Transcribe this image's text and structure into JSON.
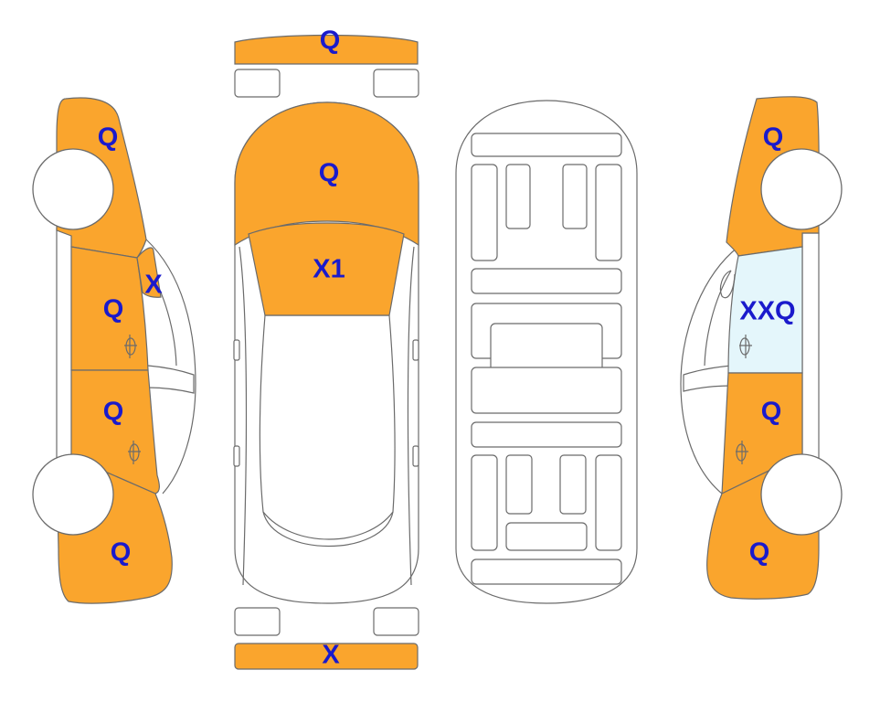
{
  "colors": {
    "damage": "#FAA52D",
    "glass": "#E4F6FB",
    "code_text": "#1A1ACC",
    "outline": "#6B6B6B",
    "background": "#FFFFFF"
  },
  "views": {
    "left_side": {
      "front_fender": {
        "code": "Q",
        "state": "damaged"
      },
      "front_door": {
        "code": "Q",
        "state": "damaged"
      },
      "front_door_glass": {
        "code": "X",
        "state": "damaged"
      },
      "rear_door": {
        "code": "Q",
        "state": "damaged"
      },
      "rear_quarter": {
        "code": "Q",
        "state": "damaged"
      }
    },
    "top": {
      "front_bumper": {
        "code": "Q",
        "state": "damaged"
      },
      "hood": {
        "code": "Q",
        "state": "damaged"
      },
      "windshield": {
        "code": "X1",
        "state": "damaged"
      },
      "rear_bumper": {
        "code": "X",
        "state": "damaged"
      }
    },
    "right_side": {
      "front_fender": {
        "code": "Q",
        "state": "damaged"
      },
      "front_door": {
        "code": "XXQ",
        "state": "glass"
      },
      "rear_door": {
        "code": "Q",
        "state": "damaged"
      },
      "rear_quarter": {
        "code": "Q",
        "state": "damaged"
      }
    }
  }
}
